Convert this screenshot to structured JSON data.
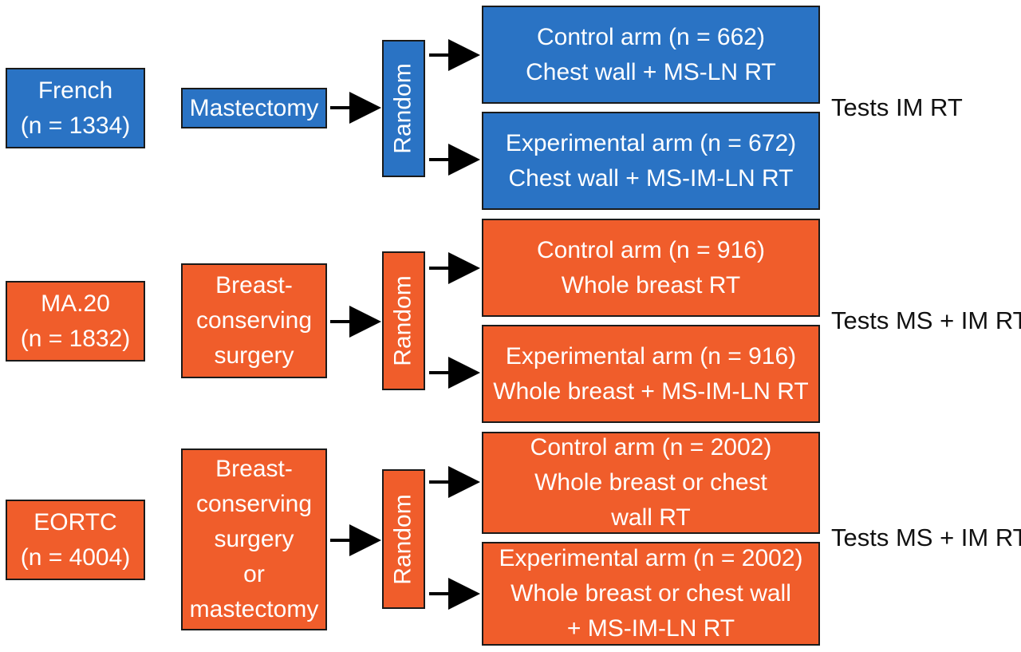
{
  "colors": {
    "french": "#2a73c4",
    "ma20_eortc": "#f05d2b",
    "border": "#1a1a1a",
    "arrow": "#000000"
  },
  "trials": [
    {
      "name": "French\n(n = 1334)",
      "surgery": "Mastectomy",
      "random": "Random",
      "control": "Control arm (n = 662)\nChest wall + MS-LN RT",
      "experimental": "Experimental arm (n = 672)\nChest wall + MS-IM-LN RT",
      "tests": "Tests IM RT"
    },
    {
      "name": "MA.20\n(n = 1832)",
      "surgery": "Breast-\nconserving\nsurgery",
      "random": "Random",
      "control": "Control arm (n = 916)\nWhole breast RT",
      "experimental": "Experimental arm (n = 916)\nWhole breast + MS-IM-LN RT",
      "tests": "Tests MS + IM RT"
    },
    {
      "name": "EORTC\n(n = 4004)",
      "surgery": "Breast-\nconserving\nsurgery\nor\nmastectomy",
      "random": "Random",
      "control": "Control arm (n = 2002)\nWhole breast or chest\nwall RT",
      "experimental": "Experimental arm (n = 2002)\nWhole breast or chest wall\n+ MS-IM-LN RT",
      "tests": "Tests MS + IM RT"
    }
  ]
}
